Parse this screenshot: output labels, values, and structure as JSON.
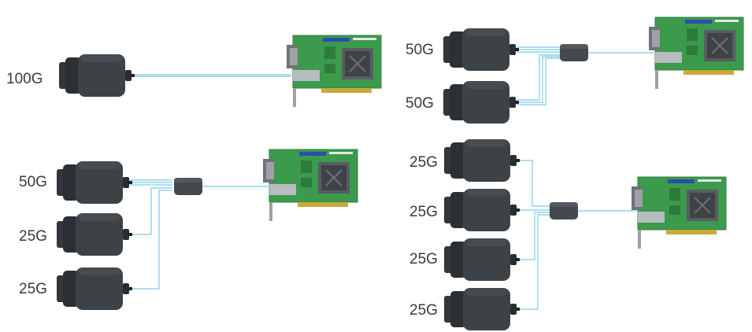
{
  "diagram": {
    "colors": {
      "cable": "#8fd3ea",
      "camera_body": "#3d4246",
      "camera_dark": "#2c3034",
      "pcb": "#3c9a4c",
      "heatsink": "#595d61",
      "label_text": "#3a3a3a"
    },
    "configs": [
      {
        "id": "config-100g",
        "labels": [
          "100G"
        ]
      },
      {
        "id": "config-2x50g",
        "labels": [
          "50G",
          "50G"
        ]
      },
      {
        "id": "config-50g-2x25g",
        "labels": [
          "50G",
          "25G",
          "25G"
        ]
      },
      {
        "id": "config-4x25g",
        "labels": [
          "25G",
          "25G",
          "25G",
          "25G"
        ]
      }
    ]
  }
}
